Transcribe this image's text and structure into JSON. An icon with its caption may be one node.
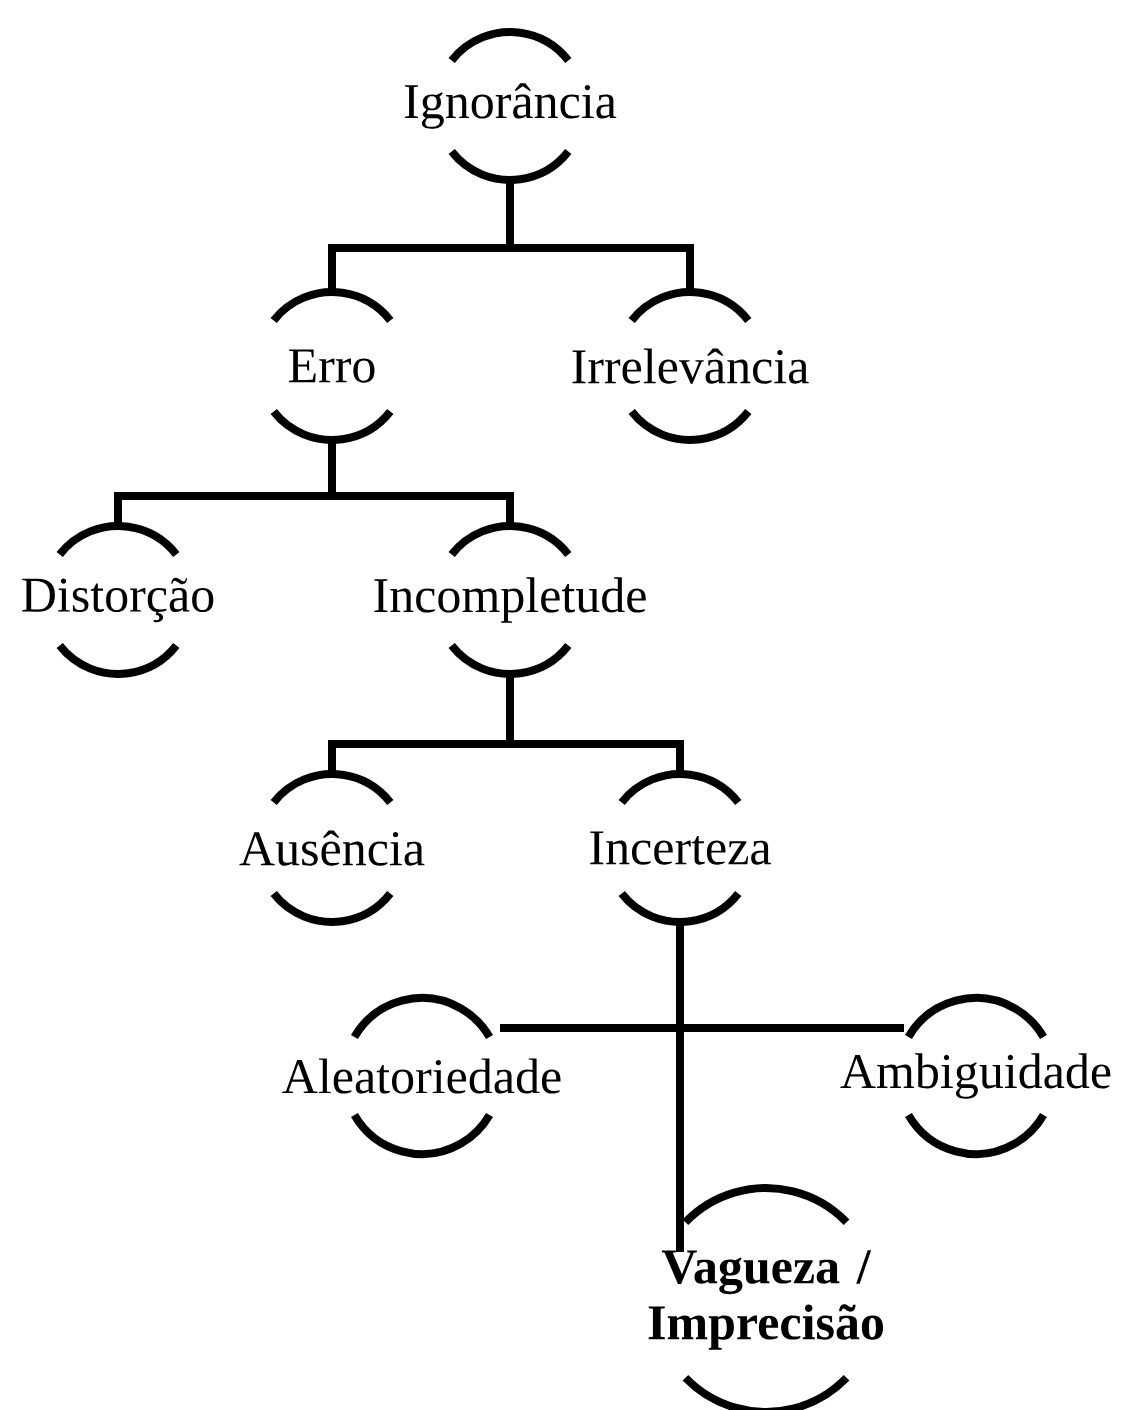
{
  "diagram": {
    "nodes": [
      {
        "text": [
          "Ignorância"
        ]
      },
      {
        "text": [
          "Erro"
        ]
      },
      {
        "text": [
          "Irrelevância"
        ]
      },
      {
        "text": [
          "Distorção"
        ]
      },
      {
        "text": [
          "Incompletude"
        ]
      },
      {
        "text": [
          "Ausência"
        ]
      },
      {
        "text": [
          "Incerteza"
        ]
      },
      {
        "text": [
          "Aleatoriedade"
        ]
      },
      {
        "text": [
          "Ambiguidade"
        ]
      },
      {
        "text": [
          "Vagueza / Imprecisão"
        ]
      }
    ],
    "edges": [
      {
        "from": 0,
        "to": 1,
        "arrow": "none"
      },
      {
        "from": 0,
        "to": 2,
        "arrow": "none"
      },
      {
        "from": 1,
        "to": 3,
        "arrow": "none"
      },
      {
        "from": 1,
        "to": 4,
        "arrow": "none"
      },
      {
        "from": 4,
        "to": 5,
        "arrow": "none"
      },
      {
        "from": 4,
        "to": 6,
        "arrow": "none"
      },
      {
        "from": 6,
        "to": 7,
        "arrow": "none"
      },
      {
        "from": 6,
        "to": 8,
        "arrow": "none"
      },
      {
        "from": 6,
        "to": 9,
        "arrow": "none"
      }
    ]
  }
}
